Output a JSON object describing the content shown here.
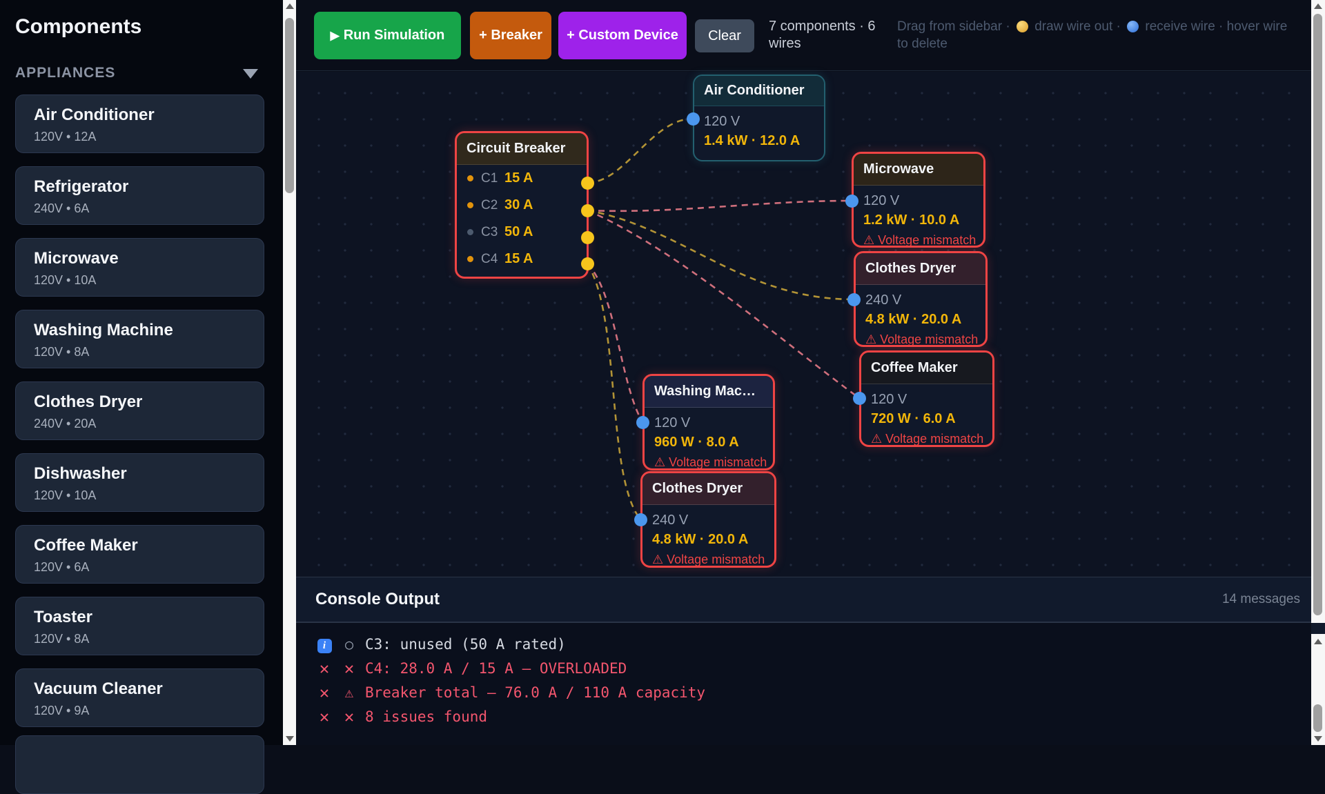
{
  "sidebar": {
    "title": "Components",
    "section": "APPLIANCES",
    "items": [
      {
        "name": "Air Conditioner",
        "spec": "120V • 12A"
      },
      {
        "name": "Refrigerator",
        "spec": "240V • 6A"
      },
      {
        "name": "Microwave",
        "spec": "120V • 10A"
      },
      {
        "name": "Washing Machine",
        "spec": "120V • 8A"
      },
      {
        "name": "Clothes Dryer",
        "spec": "240V • 20A"
      },
      {
        "name": "Dishwasher",
        "spec": "120V • 10A"
      },
      {
        "name": "Coffee Maker",
        "spec": "120V • 6A"
      },
      {
        "name": "Toaster",
        "spec": "120V • 8A"
      },
      {
        "name": "Vacuum Cleaner",
        "spec": "120V • 9A"
      }
    ]
  },
  "toolbar": {
    "run_label": "Run Simulation",
    "breaker_label": "+ Breaker",
    "custom_label": "+ Custom Device",
    "clear_label": "Clear",
    "stats": "7 components · 6 wires",
    "hint_drag": "Drag from sidebar ·",
    "hint_draw": "draw wire out ·",
    "hint_receive": "receive wire ·",
    "hint_hover": "hover wire to delete"
  },
  "icons": {
    "play": "▶",
    "collapse_caret": "▼",
    "cross": "✕",
    "circle": "○",
    "warning": "⚠",
    "info": "i"
  },
  "canvas": {
    "breaker": {
      "title": "Circuit Breaker",
      "circuits": [
        {
          "label": "C1",
          "rating": "15 A",
          "active": true
        },
        {
          "label": "C2",
          "rating": "30 A",
          "active": true
        },
        {
          "label": "C3",
          "rating": "50 A",
          "active": false
        },
        {
          "label": "C4",
          "rating": "15 A",
          "active": true
        }
      ]
    },
    "devices": [
      {
        "title": "Air Conditioner",
        "voltage": "120 V",
        "power": "1.4 kW · 12.0 A",
        "warning": ""
      },
      {
        "title": "Microwave",
        "voltage": "120 V",
        "power": "1.2 kW · 10.0 A",
        "warning": "⚠ Voltage mismatch"
      },
      {
        "title": "Clothes Dryer",
        "voltage": "240 V",
        "power": "4.8 kW · 20.0 A",
        "warning": "⚠ Voltage mismatch"
      },
      {
        "title": "Coffee Maker",
        "voltage": "120 V",
        "power": "720 W · 6.0 A",
        "warning": "⚠ Voltage mismatch"
      },
      {
        "title": "Washing Mac…",
        "voltage": "120 V",
        "power": "960 W · 8.0 A",
        "warning": "⚠ Voltage mismatch"
      },
      {
        "title": "Clothes Dryer",
        "voltage": "240 V",
        "power": "4.8 kW · 20.0 A",
        "warning": "⚠ Voltage mismatch"
      }
    ],
    "wires": [
      {
        "from": "C1",
        "to": "Air Conditioner",
        "color": "yellow"
      },
      {
        "from": "C2",
        "to": "Microwave",
        "color": "pink"
      },
      {
        "from": "C2",
        "to": "Clothes Dryer",
        "color": "yellow"
      },
      {
        "from": "C2",
        "to": "Coffee Maker",
        "color": "pink"
      },
      {
        "from": "C4",
        "to": "Washing Machine",
        "color": "pink"
      },
      {
        "from": "C4",
        "to": "Clothes Dryer 2",
        "color": "yellow"
      }
    ]
  },
  "console": {
    "title": "Console Output",
    "badge": "14 messages",
    "messages": [
      {
        "text": "C3: unused (50 A rated)",
        "level": "info"
      },
      {
        "text": "C4: 28.0 A / 15 A — OVERLOADED",
        "level": "error"
      },
      {
        "text": "Breaker total — 76.0 A / 110 A capacity",
        "level": "error"
      },
      {
        "text": "8 issues found",
        "level": "error"
      }
    ]
  },
  "colors": {
    "run_green": "#17a54a",
    "add_breaker_orange": "#c45a0d",
    "custom_purple": "#9e22ea",
    "clear_slate": "#3e4a5b",
    "error_red": "#ef4444",
    "value_yellow": "#f2b60a",
    "port_out_yellow": "#f6c51c",
    "port_in_blue": "#4b97ee",
    "wire_yellow": "#b29336",
    "wire_pink": "#cf6f7c",
    "console_error_pink": "#f4566e",
    "info_blue": "#3b82f6"
  }
}
